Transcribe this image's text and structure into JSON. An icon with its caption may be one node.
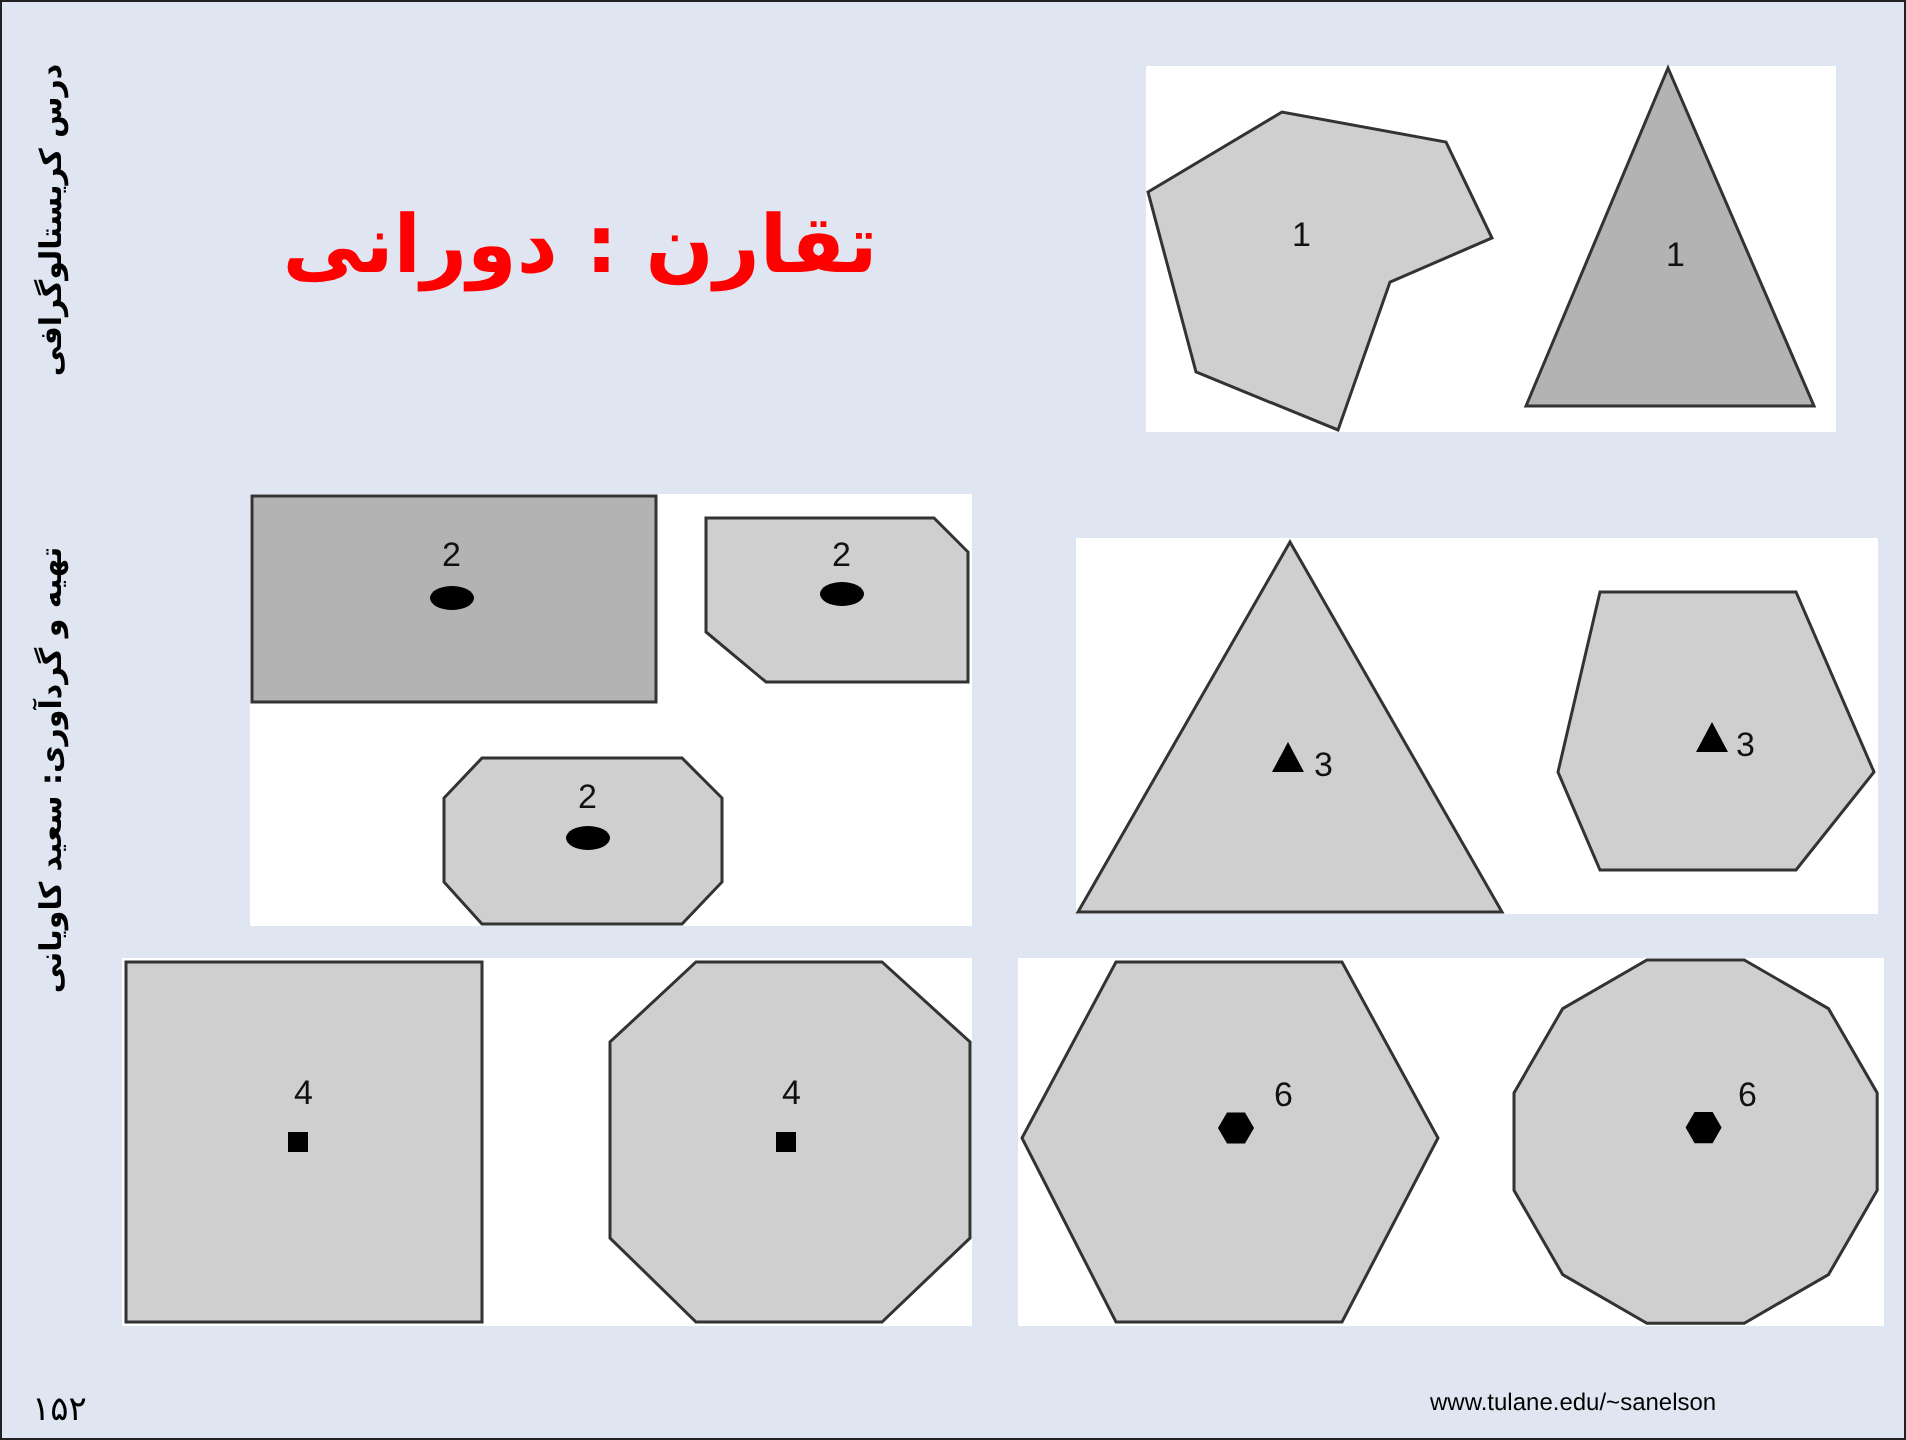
{
  "diagram": {
    "title": "تقارن : دورانی",
    "nodes": [
      {
        "text": [
          "1"
        ]
      },
      {
        "text": [
          "1"
        ]
      },
      {
        "text": [
          "2"
        ]
      },
      {
        "text": [
          "2"
        ]
      },
      {
        "text": [
          "2"
        ]
      },
      {
        "text": [
          "3"
        ]
      },
      {
        "text": [
          "3"
        ]
      },
      {
        "text": [
          "4"
        ]
      },
      {
        "text": [
          "4"
        ]
      },
      {
        "text": [
          "6"
        ]
      },
      {
        "text": [
          "6"
        ]
      }
    ],
    "labels": [
      "درس کریستالوگرافی",
      "تهیه و گردآوری: سعید کاویانی",
      "www.tulane.edu/~sanelson",
      "۱۵۲"
    ]
  }
}
